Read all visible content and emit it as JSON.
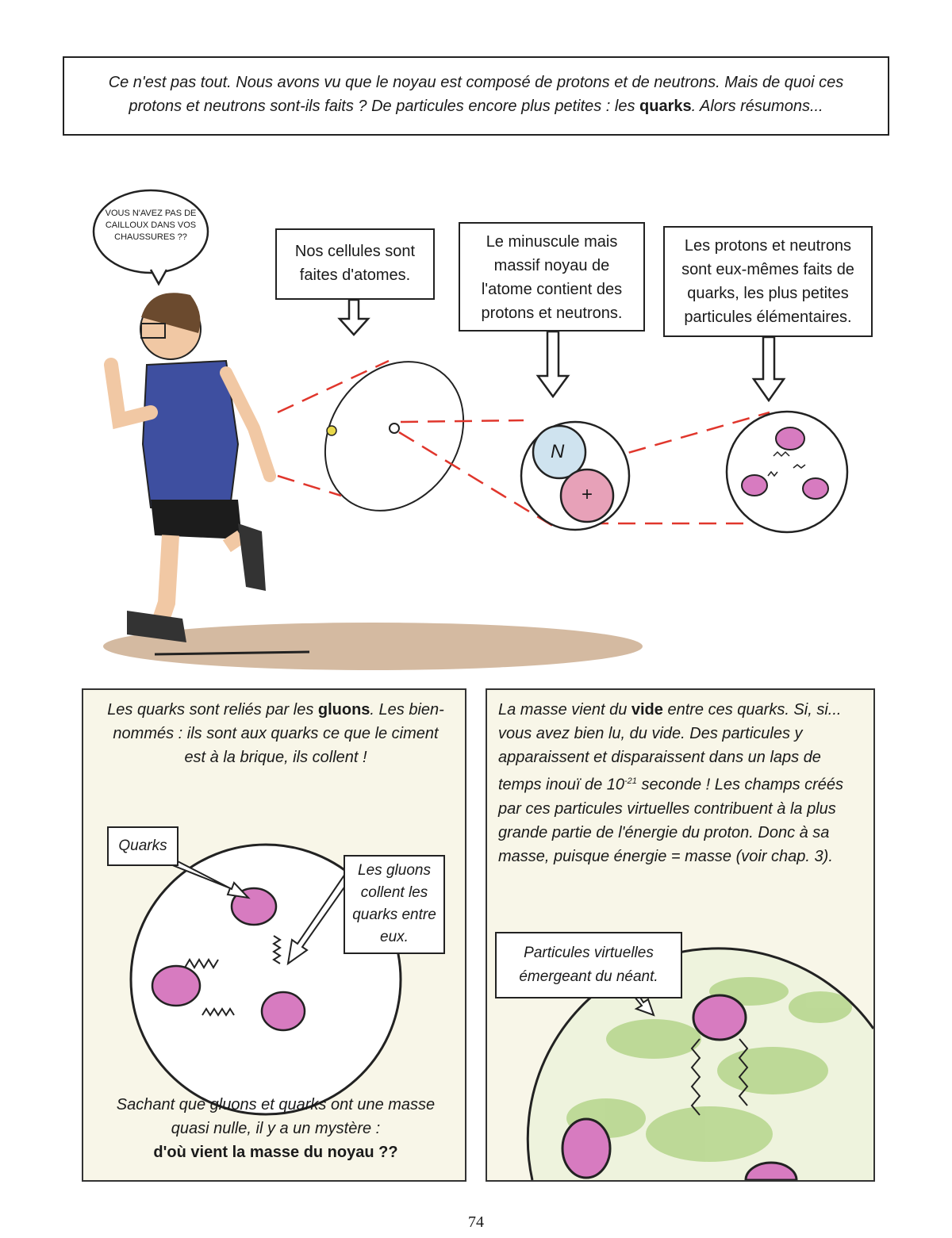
{
  "intro": {
    "text_before": "Ce n'est pas tout. Nous avons vu que le noyau est composé de protons et de neutrons. Mais de quoi ces protons et neutrons sont-ils faits ? De particules encore plus petites : les ",
    "bold": "quarks",
    "text_after": ". Alors résumons..."
  },
  "speech_bubble": "VOUS N'AVEZ PAS DE CAILLOUX DANS VOS CHAUSSURES ??",
  "captions": {
    "cells": "Nos cellules sont faites d'atomes.",
    "nucleus": "Le minuscule mais massif noyau de l'atome contient des protons et neutrons.",
    "quarks": "Les protons et neutrons sont eux-mêmes faits de quarks, les plus petites particules élémentaires."
  },
  "diagram_labels": {
    "electron": "-",
    "neutron": "N",
    "proton": "+"
  },
  "left_panel": {
    "intro_before": "Les quarks sont reliés par les ",
    "intro_bold": "gluons",
    "intro_after": ". Les bien-nommés : ils sont aux quarks ce que le ciment est à la brique, ils collent !",
    "label_quarks": "Quarks",
    "label_gluons": "Les gluons collent les quarks entre eux.",
    "outro": "Sachant que gluons et quarks ont une masse quasi nulle, il y a un mystère :",
    "outro_bold": "d'où vient la masse du noyau ??"
  },
  "right_panel": {
    "text_before": "La masse vient du ",
    "text_bold": "vide",
    "text_mid": " entre ces quarks. Si, si... vous avez bien lu, du vide. Des particules y apparaissent et disparaissent dans un laps de temps inouï de 10",
    "exponent": "-21",
    "text_after": " seconde ! Les champs créés par ces particules virtuelles contribuent à la plus grande partie de l'énergie du proton. Donc à sa masse, puisque énergie = masse (voir chap. 3).",
    "label_virtual": "Particules virtuelles émergeant du néant."
  },
  "page_number": "74",
  "colors": {
    "quark": "#d77bc0",
    "neutron": "#cfe3ef",
    "proton": "#e7a1b8",
    "dash": "#e0362c",
    "panel_bg": "#f8f6e8",
    "shirt": "#3e4fa0",
    "vacuum": "#a9cf7a"
  }
}
